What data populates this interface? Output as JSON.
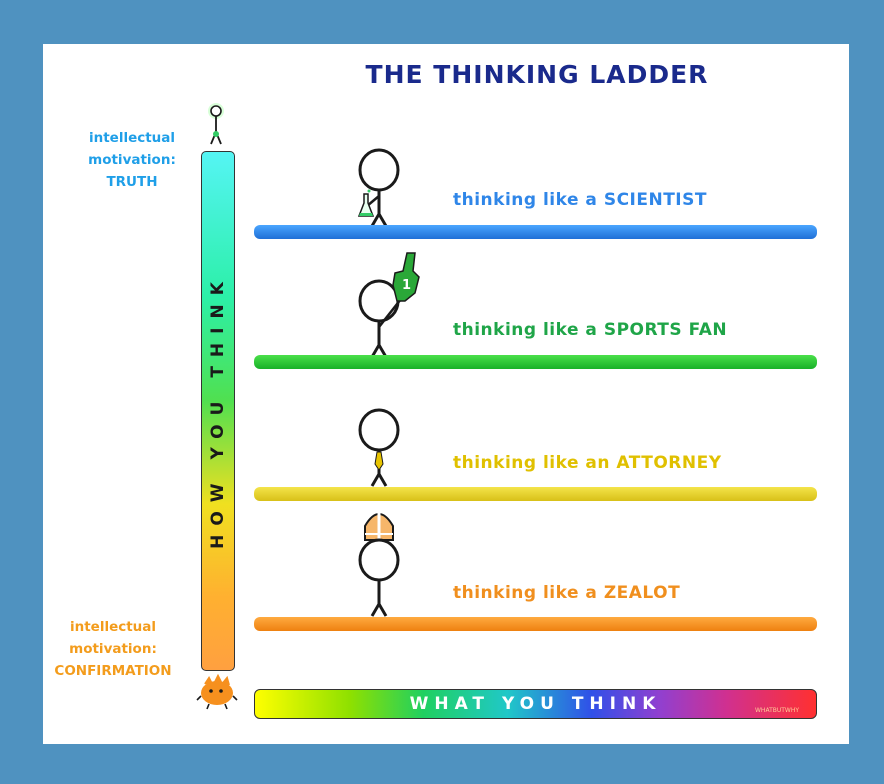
{
  "title": "THE THINKING LADDER",
  "colors": {
    "frame": "#4f92c0",
    "title": "#1a2a8c",
    "scientist": "#2f86e8",
    "sports_fan": "#1fa548",
    "attorney": "#e0c000",
    "zealot": "#f08f1e",
    "truth_text": "#1f9fe8",
    "confirmation_text": "#f39c1c"
  },
  "top_motivation": {
    "line1": "intellectual",
    "line2": "motivation:",
    "value": "TRUTH"
  },
  "bottom_motivation": {
    "line1": "intellectual",
    "line2": "motivation:",
    "value": "CONFIRMATION"
  },
  "vertical_axis_label": "HOW YOU THINK",
  "horizontal_axis_label": "WHAT YOU THINK",
  "signature": "WHATBUTWHY",
  "rungs": [
    {
      "label": "thinking like a SCIENTIST",
      "prop": "flask-icon"
    },
    {
      "label": "thinking like a SPORTS FAN",
      "prop": "foam-finger-icon",
      "prop_text": "1"
    },
    {
      "label": "thinking like an ATTORNEY",
      "prop": "tie-icon"
    },
    {
      "label": "thinking like a ZEALOT",
      "prop": "bishop-hat-icon"
    }
  ]
}
